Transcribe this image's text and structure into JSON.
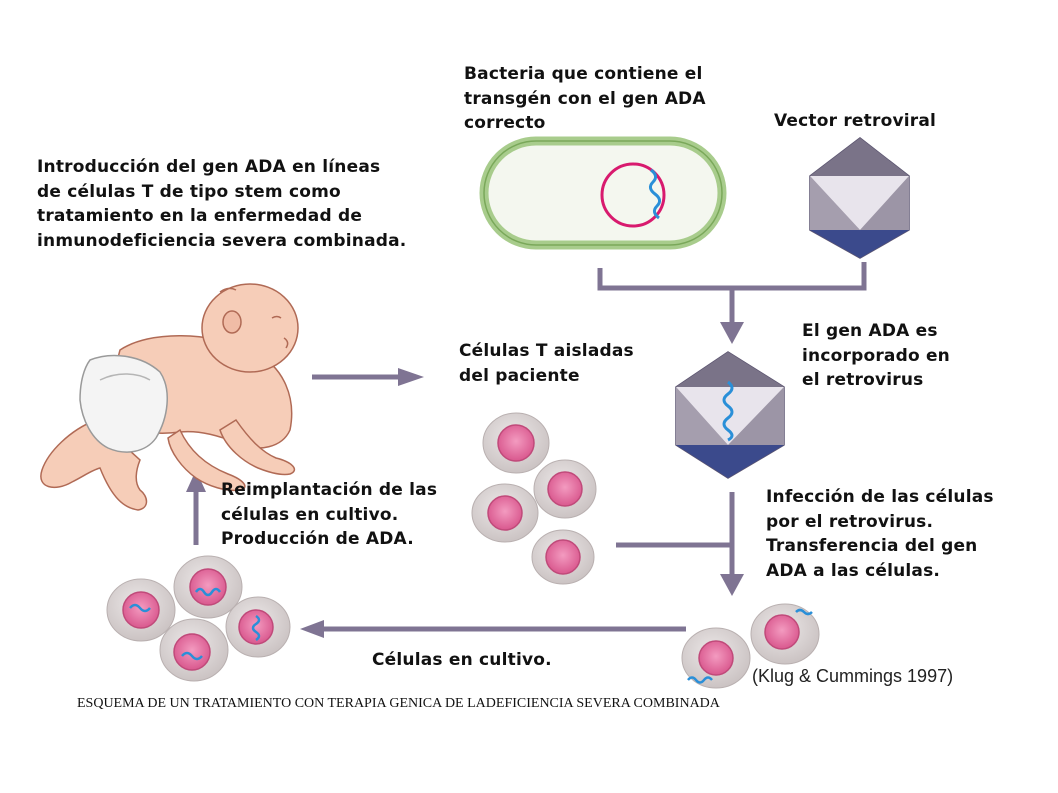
{
  "labels": {
    "intro": "Introducción del gen ADA en líneas\nde células T de tipo stem como\ntratamiento en la enfermedad de\ninmunodeficiencia severa combinada.",
    "bacteria": "Bacteria que contiene el\ntransgén con el gen ADA\ncorrecto",
    "vector": "Vector retroviral",
    "tcells": "Células T aisladas\ndel paciente",
    "incorporated": "El gen ADA es\nincorporado en\nel retrovirus",
    "infection": "Infección de las células\npor el retrovirus.\nTransferencia del gen\nADA a las células.",
    "reimplant": "Reimplantación de las\ncélulas en cultivo.\nProducción de ADA.",
    "culture": "Células en cultivo.",
    "credit": "(Klug & Cummings 1997)",
    "caption": "ESQUEMA DE UN TRATAMIENTO CON TERAPIA GENICA DE LADEFICIENCIA SEVERA COMBINADA"
  },
  "colors": {
    "arrow": "#7f7493",
    "cell_body": "#d9d2d2",
    "cell_nucleus": "#e87aa6",
    "gene": "#2a8fd8",
    "plasmid": "#d81a6e",
    "bacteria_outline": "#a7c98a",
    "capsid_light": "#c9c3cf",
    "capsid_dark": "#3b4a8c",
    "skin": "#f6cdb8"
  }
}
